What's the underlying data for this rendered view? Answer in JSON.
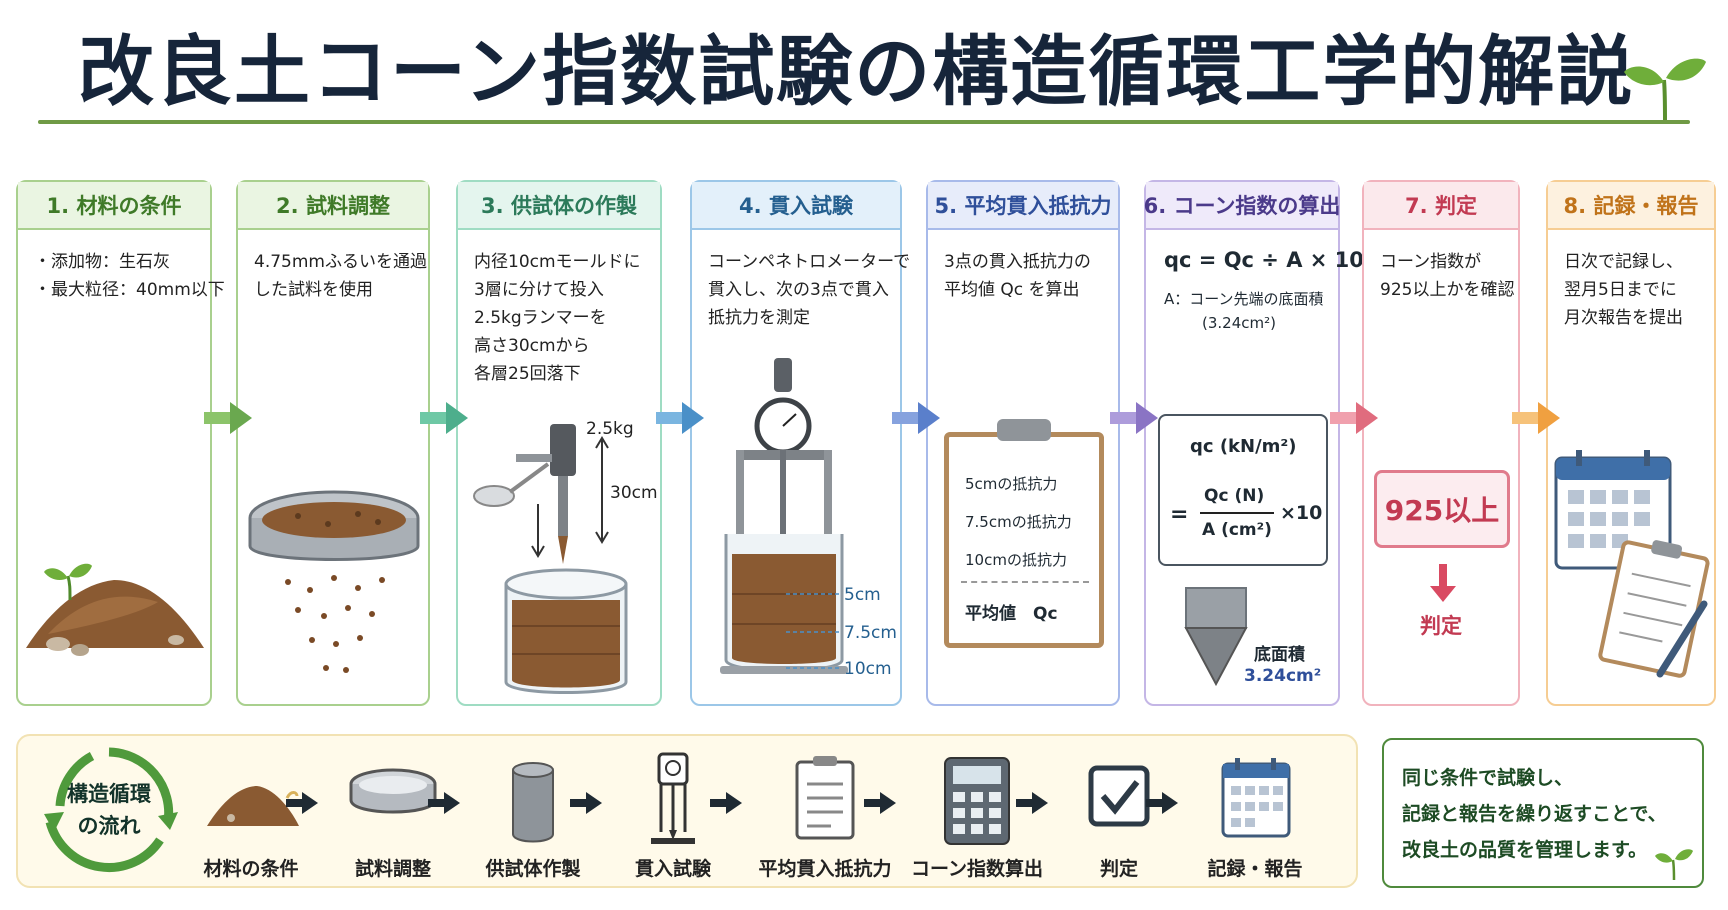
{
  "title": "改良土コーン指数試験の構造循環工学的解説",
  "colors": {
    "title": "#16253a",
    "rule": "#6f9a45",
    "step1": "#6aa84f",
    "step2": "#6aa84f",
    "step3": "#4dae8c",
    "step4": "#4a90c8",
    "step5": "#5a7fcb",
    "step6": "#8a74c4",
    "step7": "#e06c7e",
    "step8": "#f0a040"
  },
  "steps": [
    {
      "header": "1. 材料の条件",
      "lines": [
        "・添加物：生石灰",
        "・最大粒径：40mm以下"
      ]
    },
    {
      "header": "2. 試料調整",
      "lines": [
        "4.75mmふるいを通過",
        "した試料を使用"
      ]
    },
    {
      "header": "3. 供試体の作製",
      "lines": [
        "内径10cmモールドに",
        "3層に分けて投入",
        "2.5kgランマーを",
        "高さ30cmから",
        "各層25回落下"
      ],
      "rammer_weight": "2.5kg",
      "drop_height": "30cm"
    },
    {
      "header": "4. 貫入試験",
      "lines": [
        "コーンペネトロメーターで",
        "貫入し、次の3点で貫入",
        "抵抗力を測定"
      ],
      "depths": [
        "5cm",
        "7.5cm",
        "10cm"
      ]
    },
    {
      "header": "5. 平均貫入抵抗力",
      "lines": [
        "3点の貫入抵抗力の",
        "平均値 Qc を算出"
      ],
      "clipboard": [
        "5cmの抵抗力",
        "7.5cmの抵抗力",
        "10cmの抵抗力"
      ],
      "average": "平均値　Qc"
    },
    {
      "header": "6. コーン指数の算出",
      "formula": "qc = Qc ÷ A × 10",
      "area_note": "A：コーン先端の底面積",
      "area_value": "(3.24cm²)",
      "formula_box": {
        "lhs": "qc (kN/m²)",
        "eq": "=",
        "numerator": "Qc (N)",
        "denominator": "A (cm²)",
        "factor": "×10"
      },
      "cone_label": "底面積",
      "cone_value": "3.24cm²"
    },
    {
      "header": "7. 判定",
      "lines": [
        "コーン指数が",
        "925以上かを確認"
      ],
      "threshold": "925以上",
      "verdict": "判定"
    },
    {
      "header": "8. 記録・報告",
      "lines": [
        "日次で記録し、",
        "翌月5日までに",
        "月次報告を提出"
      ]
    }
  ],
  "cycle": {
    "label_line1": "構造循環",
    "label_line2": "の流れ",
    "items": [
      "材料の条件",
      "試料調整",
      "供試体作製",
      "貫入試験",
      "平均貫入抵抗力",
      "コーン指数算出",
      "判定",
      "記録・報告"
    ]
  },
  "note": {
    "lines": [
      "同じ条件で試験し、",
      "記録と報告を繰り返すことで、",
      "改良土の品質を管理します。"
    ]
  }
}
